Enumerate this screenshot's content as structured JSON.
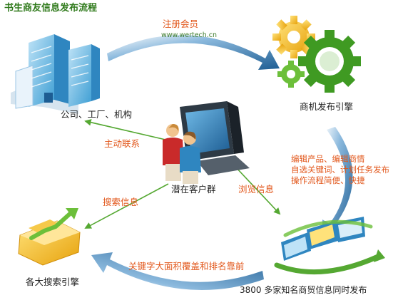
{
  "title": "书生商友信息发布流程",
  "nodes": {
    "company": "公司、工厂、机构",
    "engine": "商机发布引擎",
    "customers": "潜在客户群",
    "search_engines": "各大搜索引擎",
    "sites": "3800 多家知名商贸信息同时发布"
  },
  "edges": {
    "register": "注册会员",
    "register_url": "www.wertech.cn",
    "engine_features": [
      "编辑产品、编辑商情",
      "自选关键词、计划任务发布",
      "操作流程简便、快捷"
    ],
    "coverage": "关键字大面积覆盖和排名靠前",
    "contact": "主动联系",
    "search": "搜索信息",
    "browse": "浏览信息"
  },
  "colors": {
    "title": "#2f7a1b",
    "edge_label": "#e2571b",
    "arrow": "#1d5d93",
    "green_arrow": "#55a832",
    "gear_green": "#3f9a22",
    "gear_yellow": "#f2c414"
  }
}
